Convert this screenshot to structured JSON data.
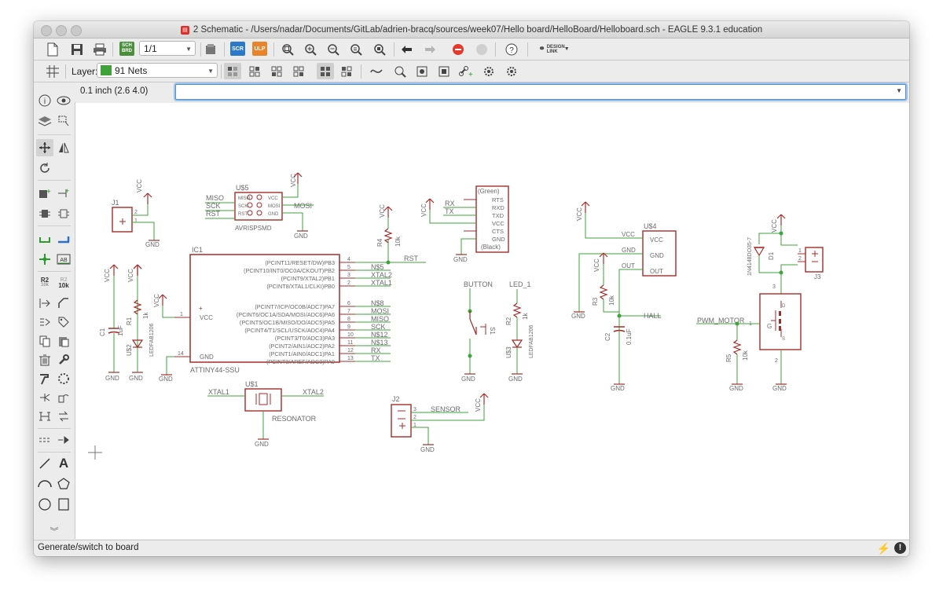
{
  "window": {
    "title": "2 Schematic - /Users/nadar/Documents/GitLab/adrien-bracq/sources/week07/Hello board/HelloBoard/Helloboard.sch - EAGLE 9.3.1 education"
  },
  "toolbar": {
    "sheet_value": "1/1",
    "layer_label": "Layer:",
    "layer_value": "91 Nets",
    "layer_color": "#3fa33a",
    "scr_label": "SCR",
    "ulp_label": "ULP",
    "sch_brd_label": "SCH BRD",
    "design_link_label": "DESIGN LINK",
    "help_label": "?"
  },
  "command": {
    "coordinate": "0.1 inch (2.6 4.0)",
    "input_value": ""
  },
  "status": {
    "text": "Generate/switch to board"
  },
  "schematic": {
    "colors": {
      "wire": "#3ea33a",
      "part": "#a52a2a",
      "text": "#6b6b6b",
      "junction": "#3ea33a"
    },
    "ic1": {
      "name": "IC1",
      "value": "ATTINY44-SSU",
      "vcc_pin": "VCC",
      "gnd_pin": "GND",
      "pin_vcc_num": "1",
      "pin_gnd_num": "14",
      "pins": [
        {
          "label": "(PCINT11/RESET/DW)PB3",
          "num": "4",
          "net": "RST"
        },
        {
          "label": "(PCINT10/INT0/OC0A/CKOUT)PB2",
          "num": "5",
          "net": "N$5"
        },
        {
          "label": "(PCINT9/XTAL2)PB1",
          "num": "3",
          "net": "XTAL2"
        },
        {
          "label": "(PCINT8/XTAL1/CLKI)PB0",
          "num": "2",
          "net": "XTAL1"
        },
        {
          "label": "(PCINT7/ICP/OC0B/ADC7)PA7",
          "num": "6",
          "net": "N$8"
        },
        {
          "label": "(PCINT6/OC1A/SDA/MOSI/ADC6)PA6",
          "num": "7",
          "net": "MOSI"
        },
        {
          "label": "(PCINT5/OC1B/MISO/DO/ADC5)PA5",
          "num": "8",
          "net": "MISO"
        },
        {
          "label": "(PCINT4/T1/SCL/USCK/ADC4)PA4",
          "num": "9",
          "net": "SCK"
        },
        {
          "label": "(PCINT3/T0/ADC3)PA3",
          "num": "10",
          "net": "N$12"
        },
        {
          "label": "(PCINT2/AIN1/ADC2)PA2",
          "num": "11",
          "net": "N$13"
        },
        {
          "label": "(PCINT1/AIN0/ADC1)PA1",
          "num": "12",
          "net": "RX"
        },
        {
          "label": "(PCINT0/AREF/ADC0)PA0",
          "num": "13",
          "net": "TX"
        }
      ]
    },
    "labels": {
      "vcc": "VCC",
      "gnd": "GND",
      "j1": "J1",
      "j2": "J2",
      "j3": "J3",
      "u5": "U$5",
      "u1": "U$1",
      "u4": "U$4",
      "s1": "S1",
      "r1": "R1",
      "r2": "R2",
      "r3": "R3",
      "r4": "R4",
      "r5": "R5",
      "c1": "C1",
      "c2": "C2",
      "d1": "D1",
      "u2": "U$2",
      "u3": "U$3",
      "isp_name": "AVRISPSMD",
      "isp_miso": "MISO",
      "isp_sck": "SCK",
      "isp_rst": "RST",
      "isp_mosi": "MOSI",
      "isp_pin_miso": "MISO",
      "isp_pin_sck": "SCK",
      "isp_pin_rst": "RST",
      "isp_pin_vcc": "VCC",
      "isp_pin_mosi": "MOSI",
      "isp_pin_gnd": "GND",
      "resonator": "RESONATOR",
      "xtal1": "XTAL1",
      "xtal2": "XTAL2",
      "button": "BUTTON",
      "led1": "LED_1",
      "ftdi_green": "(Green)",
      "ftdi_black": "(Black)",
      "ftdi_rts": "RTS",
      "ftdi_rxd": "RXD",
      "ftdi_txd": "TXD",
      "ftdi_vcc": "VCC",
      "ftdi_cts": "CTS",
      "ftdi_gnd": "GND",
      "rx": "RX",
      "tx": "TX",
      "hall": "HALL",
      "sensor": "SENSOR",
      "pwm_motor": "PWM_MOTOR",
      "hall_vcc": "VCC",
      "hall_gnd": "GND",
      "hall_out": "OUT",
      "hall_pin_vcc": "VCC",
      "hall_pin_gnd": "GND",
      "hall_pin_out": "OUT",
      "r_10k": "10k",
      "r_1k": "1k",
      "c_1uf": "1uF",
      "c_01uf": "0.1uF",
      "led_pkg": "LEDFAB1206",
      "diode_pkg": "1N4148DO35-7",
      "mosfet_g": "G",
      "mosfet_d": "D",
      "mosfet_s": "S"
    }
  }
}
